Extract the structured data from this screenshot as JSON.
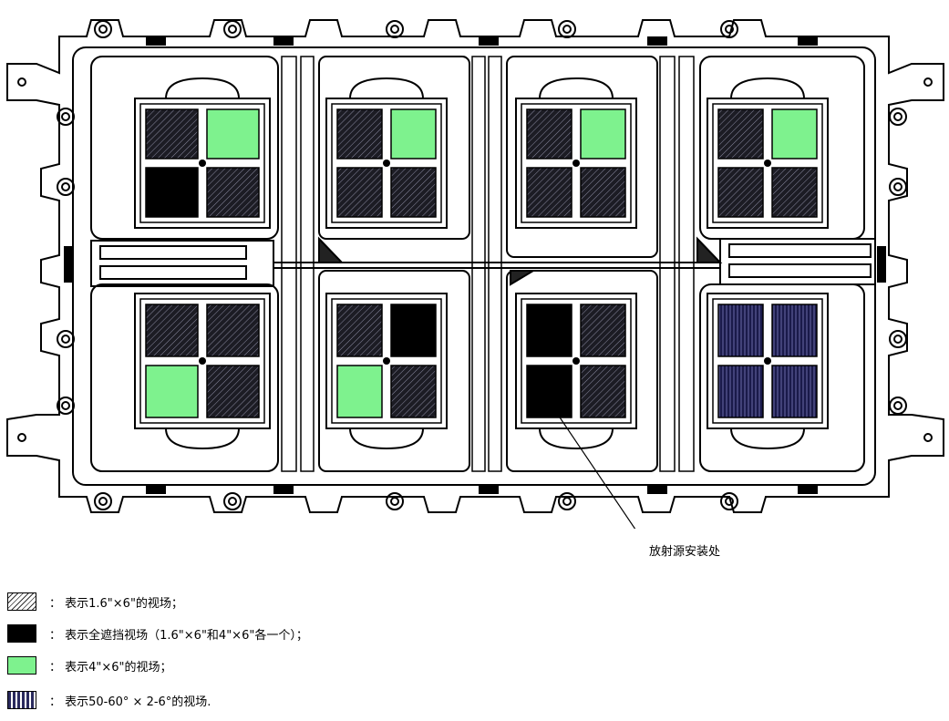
{
  "callout": "放射源安装处",
  "legend": [
    {
      "swatch": "hatch",
      "text": "： 表示1.6\"×6\"的视场；"
    },
    {
      "swatch": "black",
      "text": "： 表示全遮挡视场（1.6\"×6\"和4\"×6\"各一个）；"
    },
    {
      "swatch": "green",
      "text": "： 表示4\"×6\"的视场；"
    },
    {
      "swatch": "vstripe",
      "text": "： 表示50-60° × 2-6°的视场."
    }
  ],
  "colors": {
    "green": "#7ef28e",
    "dark_cell": "#1c1c24",
    "stripe_blue": "#2a2a5e",
    "line": "#000000"
  },
  "modules": [
    [
      "hatch",
      "green",
      "black",
      "hatch"
    ],
    [
      "hatch",
      "green",
      "hatch",
      "hatch"
    ],
    [
      "hatch",
      "green",
      "hatch",
      "hatch"
    ],
    [
      "hatch",
      "green",
      "hatch",
      "hatch"
    ],
    [
      "hatch",
      "hatch",
      "green",
      "hatch"
    ],
    [
      "hatch",
      "black",
      "green",
      "hatch"
    ],
    [
      "black",
      "hatch",
      "black",
      "hatch"
    ],
    [
      "vstripe",
      "vstripe",
      "vstripe",
      "vstripe"
    ]
  ]
}
